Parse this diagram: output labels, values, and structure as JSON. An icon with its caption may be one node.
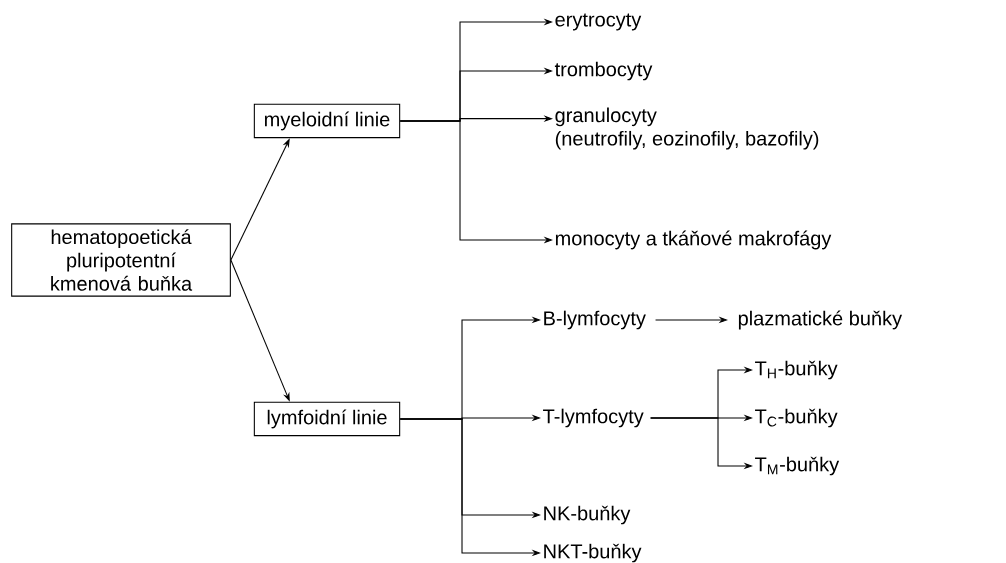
{
  "diagram": {
    "nodes": [
      {
        "text": [
          "hematopoetická pluripotentní kmenová buňka"
        ]
      },
      {
        "text": [
          "myeloidní linie"
        ]
      },
      {
        "text": [
          "lymfoidní linie"
        ]
      },
      {
        "text": [
          "erytrocyty"
        ]
      },
      {
        "text": [
          "trombocyty"
        ]
      },
      {
        "text": [
          "granulocyty",
          "(neutrofily, eozinofily, bazofily)"
        ]
      },
      {
        "text": [
          "monocyty a tkáňové makrofágy"
        ]
      },
      {
        "text": [
          "B-lymfocyty"
        ]
      },
      {
        "text": [
          "plazmatické buňky"
        ]
      },
      {
        "text": [
          "T-lymfocyty"
        ]
      },
      {
        "text": [
          "T$_{H}$-buňky"
        ]
      },
      {
        "text": [
          "T$_{C}$-buňky"
        ]
      },
      {
        "text": [
          "T$_{M}$-buňky"
        ]
      },
      {
        "text": [
          "NK-buňky"
        ]
      },
      {
        "text": [
          "NKT-buňky"
        ]
      }
    ],
    "edges": [
      {
        "from": 0,
        "to": 1,
        "arrow": "to"
      },
      {
        "from": 0,
        "to": 2,
        "arrow": "to"
      },
      {
        "from": 1,
        "to": 3,
        "arrow": "to"
      },
      {
        "from": 1,
        "to": 4,
        "arrow": "to"
      },
      {
        "from": 1,
        "to": 5,
        "arrow": "to"
      },
      {
        "from": 1,
        "to": 6,
        "arrow": "to"
      },
      {
        "from": 2,
        "to": 7,
        "arrow": "to"
      },
      {
        "from": 2,
        "to": 9,
        "arrow": "to"
      },
      {
        "from": 2,
        "to": 13,
        "arrow": "to"
      },
      {
        "from": 2,
        "to": 14,
        "arrow": "to"
      },
      {
        "from": 7,
        "to": 8,
        "arrow": "to"
      },
      {
        "from": 9,
        "to": 10,
        "arrow": "to"
      },
      {
        "from": 9,
        "to": 11,
        "arrow": "to"
      },
      {
        "from": 9,
        "to": 12,
        "arrow": "to"
      }
    ]
  }
}
